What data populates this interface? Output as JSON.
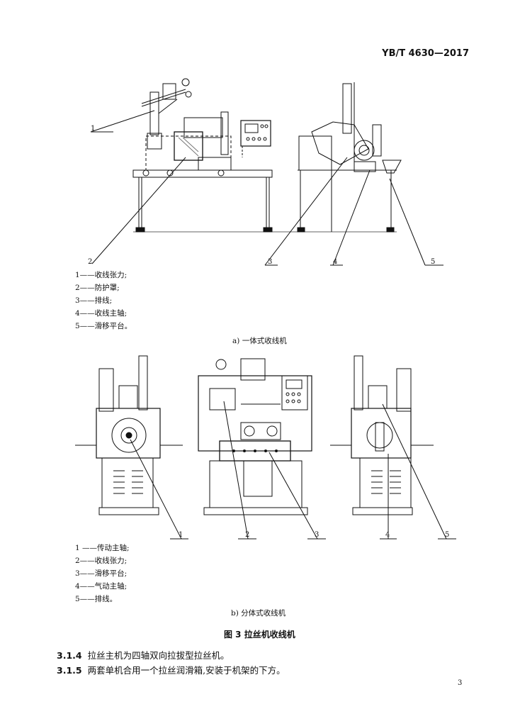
{
  "header": {
    "std_code": "YB/T 4630—2017"
  },
  "figure": {
    "part_a": {
      "callouts": [
        "1",
        "2",
        "3",
        "4",
        "5"
      ],
      "legend": [
        "1——收线张力;",
        "2——防护罩;",
        "3——排线;",
        "4——收线主轴;",
        "5——滑移平台。"
      ],
      "caption": "a)  一体式收线机"
    },
    "part_b": {
      "callouts": [
        "1",
        "2",
        "3",
        "4",
        "5"
      ],
      "legend": [
        "1   ——传动主轴;",
        "2——收线张力;",
        "3——滑移平台;",
        "4——气动主轴;",
        "5——排线。"
      ],
      "caption": "b)  分体式收线机"
    },
    "title": "图 3   拉丝机收线机"
  },
  "clauses": [
    {
      "num": "3.1.4",
      "text": "拉丝主机为四轴双向拉拔型拉丝机。"
    },
    {
      "num": "3.1.5",
      "text": "两套单机合用一个拉丝润滑箱,安装于机架的下方。"
    }
  ],
  "page_number": "3"
}
